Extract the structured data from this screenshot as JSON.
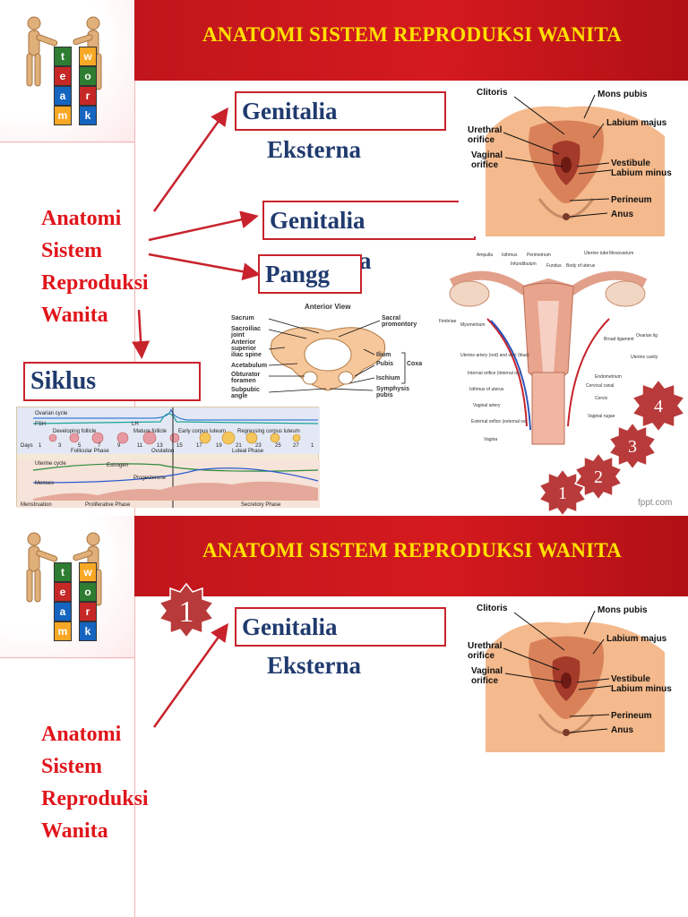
{
  "colors": {
    "header": "#c0161b",
    "title_text": "#ffe000",
    "accent_red": "#e0151b",
    "box_text": "#1f3a6e",
    "badge": "#b83a3a"
  },
  "slide1": {
    "title": "ANATOMI SISTEM REPRODUKSI WANITA",
    "main_label": [
      "Anatomi",
      "Sistem",
      "Reproduksi",
      "Wanita"
    ],
    "box_external": {
      "line1": "Genitalia",
      "line2": "Eksterna"
    },
    "box_internal": {
      "line1": "Genitalia",
      "line2": "na"
    },
    "box_pelvis": {
      "line1": "Pangg"
    },
    "box_cycle": {
      "line1": "Siklus"
    },
    "external_labels": [
      "Clitoris",
      "Mons pubis",
      "Urethral",
      "orifice",
      "Labium majus",
      "Vaginal",
      "orifice",
      "Vestibule",
      "Labium minus",
      "Perineum",
      "Anus"
    ],
    "pelvis_labels": [
      "Anterior View",
      "Sacrum",
      "Sacroiliac",
      "joint",
      "Anterior",
      "superior",
      "iliac spine",
      "Acetabulum",
      "Obturator",
      "foramen",
      "Subpubic",
      "angle",
      "Sacral",
      "promontory",
      "Ilium",
      "Pubis",
      "Ischium",
      "Symphysis",
      "pubis",
      "Coxa"
    ],
    "cycle_labels": [
      "Ovarian cycle",
      "FSH",
      "LH",
      "Developing follicle",
      "Mature follicle",
      "Early corpus luteum",
      "Regressing corpus luteum",
      "Follicular Phase",
      "Ovulation",
      "Luteal Phase",
      "Uterine cycle",
      "Estrogen",
      "Progesterone",
      "Menses",
      "Menstruation",
      "Proliferative Phase",
      "Secretory Phase",
      "Days"
    ],
    "cycle_days": [
      "1",
      "3",
      "5",
      "7",
      "9",
      "11",
      "13",
      "15",
      "17",
      "19",
      "21",
      "23",
      "25",
      "27",
      "1"
    ],
    "internal_labels": [
      "Ampulla",
      "Isthmus",
      "Perimetrium",
      "Uterine tube",
      "Mesovarium",
      "Infundibulum",
      "Fundus",
      "Body of uterus",
      "Fimbriae",
      "Myometrium",
      "Broad ligament",
      "Ovarian lig",
      "Uterine artery (red) and vein (blue)",
      "Uterine cavity",
      "Internal orifice (internal os)",
      "Endometrium",
      "Isthmus of uterus",
      "Cervical canal",
      "Cervix",
      "Vaginal artery",
      "Vaginal rugae",
      "External orifice (external os)",
      "Vagina"
    ],
    "badges": [
      "1",
      "2",
      "3",
      "4"
    ],
    "watermark": "fppt.com"
  },
  "slide2": {
    "title": "ANATOMI SISTEM REPRODUKSI WANITA",
    "main_label": [
      "Anatomi",
      "Sistem",
      "Reproduksi",
      "Wanita"
    ],
    "box_external": {
      "line1": "Genitalia",
      "line2": "Eksterna"
    },
    "badge": "1",
    "external_labels": [
      "Clitoris",
      "Mons pubis",
      "Urethral",
      "orifice",
      "Labium majus",
      "Vaginal",
      "orifice",
      "Vestibule",
      "Labium minus",
      "Perineum",
      "Anus"
    ]
  },
  "teamwork_letters": [
    "t",
    "e",
    "a",
    "m",
    "w",
    "o",
    "r",
    "k"
  ]
}
